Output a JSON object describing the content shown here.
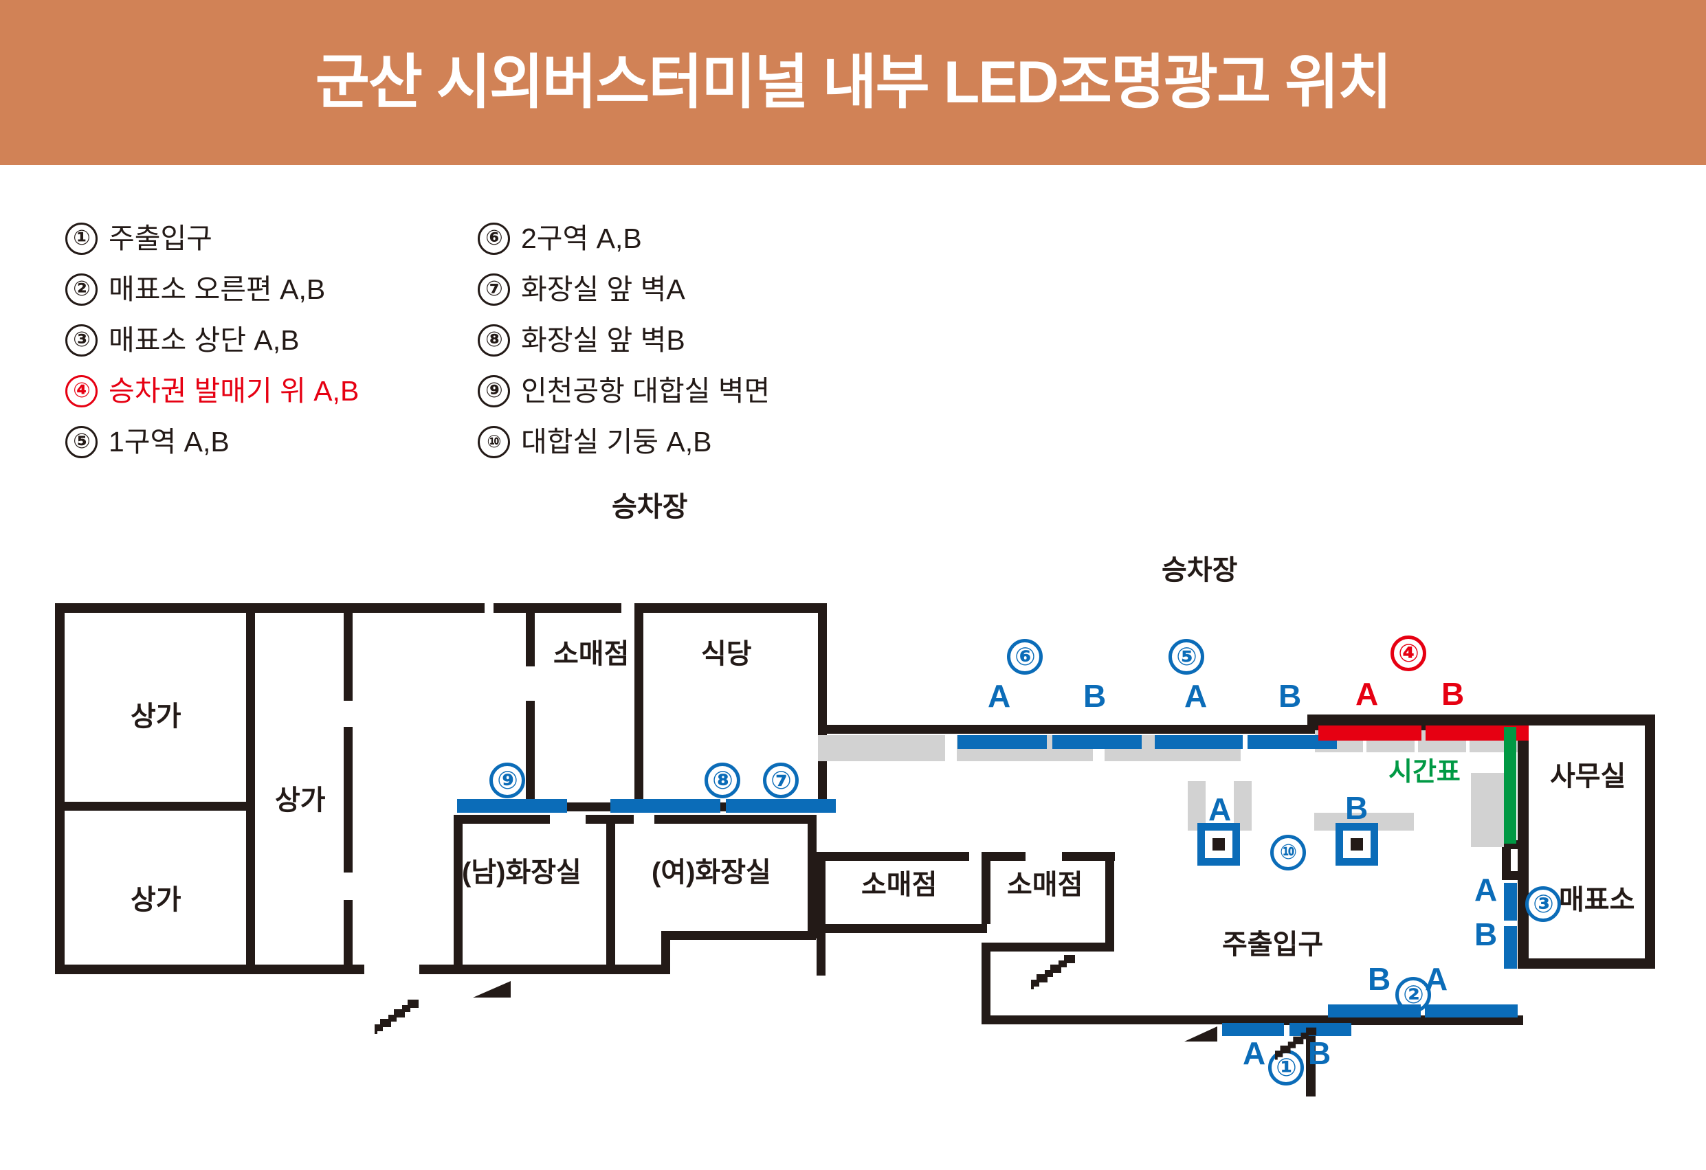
{
  "header": {
    "title": "군산 시외버스터미널 내부 LED조명광고 위치",
    "background_color": "#d18256",
    "text_color": "#ffffff"
  },
  "colors": {
    "accent_blue": "#0b6cb8",
    "highlight_red": "#e60012",
    "timetable_green": "#009944",
    "wall_dark": "#231a17",
    "panel_gray": "#d2d2d2",
    "banner_orange": "#d18256"
  },
  "legend": {
    "columns": [
      {
        "items": [
          {
            "num": "①",
            "label": "주출입구",
            "highlighted": false
          },
          {
            "num": "②",
            "label": "매표소 오른편 A,B",
            "highlighted": false
          },
          {
            "num": "③",
            "label": "매표소 상단 A,B",
            "highlighted": false
          },
          {
            "num": "④",
            "label": "승차권 발매기 위 A,B",
            "highlighted": true
          },
          {
            "num": "⑤",
            "label": "1구역 A,B",
            "highlighted": false
          }
        ]
      },
      {
        "items": [
          {
            "num": "⑥",
            "label": "2구역 A,B",
            "highlighted": false
          },
          {
            "num": "⑦",
            "label": "화장실 앞 벽A",
            "highlighted": false
          },
          {
            "num": "⑧",
            "label": "화장실 앞 벽B",
            "highlighted": false
          },
          {
            "num": "⑨",
            "label": "인천공항 대합실 벽면",
            "highlighted": false
          },
          {
            "num": "⑩",
            "label": "대합실 기둥 A,B",
            "highlighted": false
          }
        ]
      }
    ]
  },
  "floorplan": {
    "zone_labels": [
      {
        "id": "boarding-left",
        "text": "승차장"
      },
      {
        "id": "boarding-right",
        "text": "승차장"
      }
    ],
    "rooms": [
      {
        "id": "shop-top-left",
        "text": "상가"
      },
      {
        "id": "shop-bottom-left",
        "text": "상가"
      },
      {
        "id": "shop-middle-left",
        "text": "상가"
      },
      {
        "id": "retail-top",
        "text": "소매점"
      },
      {
        "id": "restaurant",
        "text": "식당"
      },
      {
        "id": "restroom-men",
        "text": "(남)화장실"
      },
      {
        "id": "restroom-women",
        "text": "(여)화장실"
      },
      {
        "id": "retail-mid",
        "text": "소매점"
      },
      {
        "id": "retail-right",
        "text": "소매점"
      },
      {
        "id": "office",
        "text": "사무실"
      },
      {
        "id": "ticket-office",
        "text": "매표소"
      }
    ],
    "annotations": [
      {
        "id": "main-entrance-label",
        "text": "주출입구"
      },
      {
        "id": "timetable-label",
        "text": "시간표",
        "color": "#009944"
      }
    ],
    "ad_positions": [
      {
        "num": "①",
        "name": "주출입구",
        "color": "blue",
        "sublabels": [
          "A",
          "B"
        ]
      },
      {
        "num": "②",
        "name": "매표소 오른편",
        "color": "blue",
        "sublabels": [
          "B",
          "A"
        ]
      },
      {
        "num": "③",
        "name": "매표소 상단",
        "color": "blue",
        "sublabels": [
          "A",
          "B"
        ]
      },
      {
        "num": "④",
        "name": "승차권 발매기 위",
        "color": "red",
        "sublabels": [
          "A",
          "B"
        ]
      },
      {
        "num": "⑤",
        "name": "1구역",
        "color": "blue",
        "sublabels": [
          "A",
          "B"
        ]
      },
      {
        "num": "⑥",
        "name": "2구역",
        "color": "blue",
        "sublabels": [
          "A",
          "B"
        ]
      },
      {
        "num": "⑦",
        "name": "화장실 앞 벽A",
        "color": "blue",
        "sublabels": []
      },
      {
        "num": "⑧",
        "name": "화장실 앞 벽B",
        "color": "blue",
        "sublabels": []
      },
      {
        "num": "⑨",
        "name": "인천공항 대합실 벽면",
        "color": "blue",
        "sublabels": []
      },
      {
        "num": "⑩",
        "name": "대합실 기둥",
        "color": "blue",
        "sublabels": [
          "A",
          "B"
        ]
      }
    ],
    "ticket_office_marker": "③",
    "pillars": [
      {
        "id": "pillar-a",
        "label": "A"
      },
      {
        "id": "pillar-b",
        "label": "B"
      }
    ],
    "icons": [
      {
        "id": "stairs-left",
        "name": "stairs-icon"
      },
      {
        "id": "ramp-left",
        "name": "ramp-icon"
      },
      {
        "id": "stairs-center",
        "name": "stairs-icon"
      },
      {
        "id": "ramp-right",
        "name": "ramp-icon"
      },
      {
        "id": "stairs-right",
        "name": "stairs-icon"
      }
    ]
  }
}
